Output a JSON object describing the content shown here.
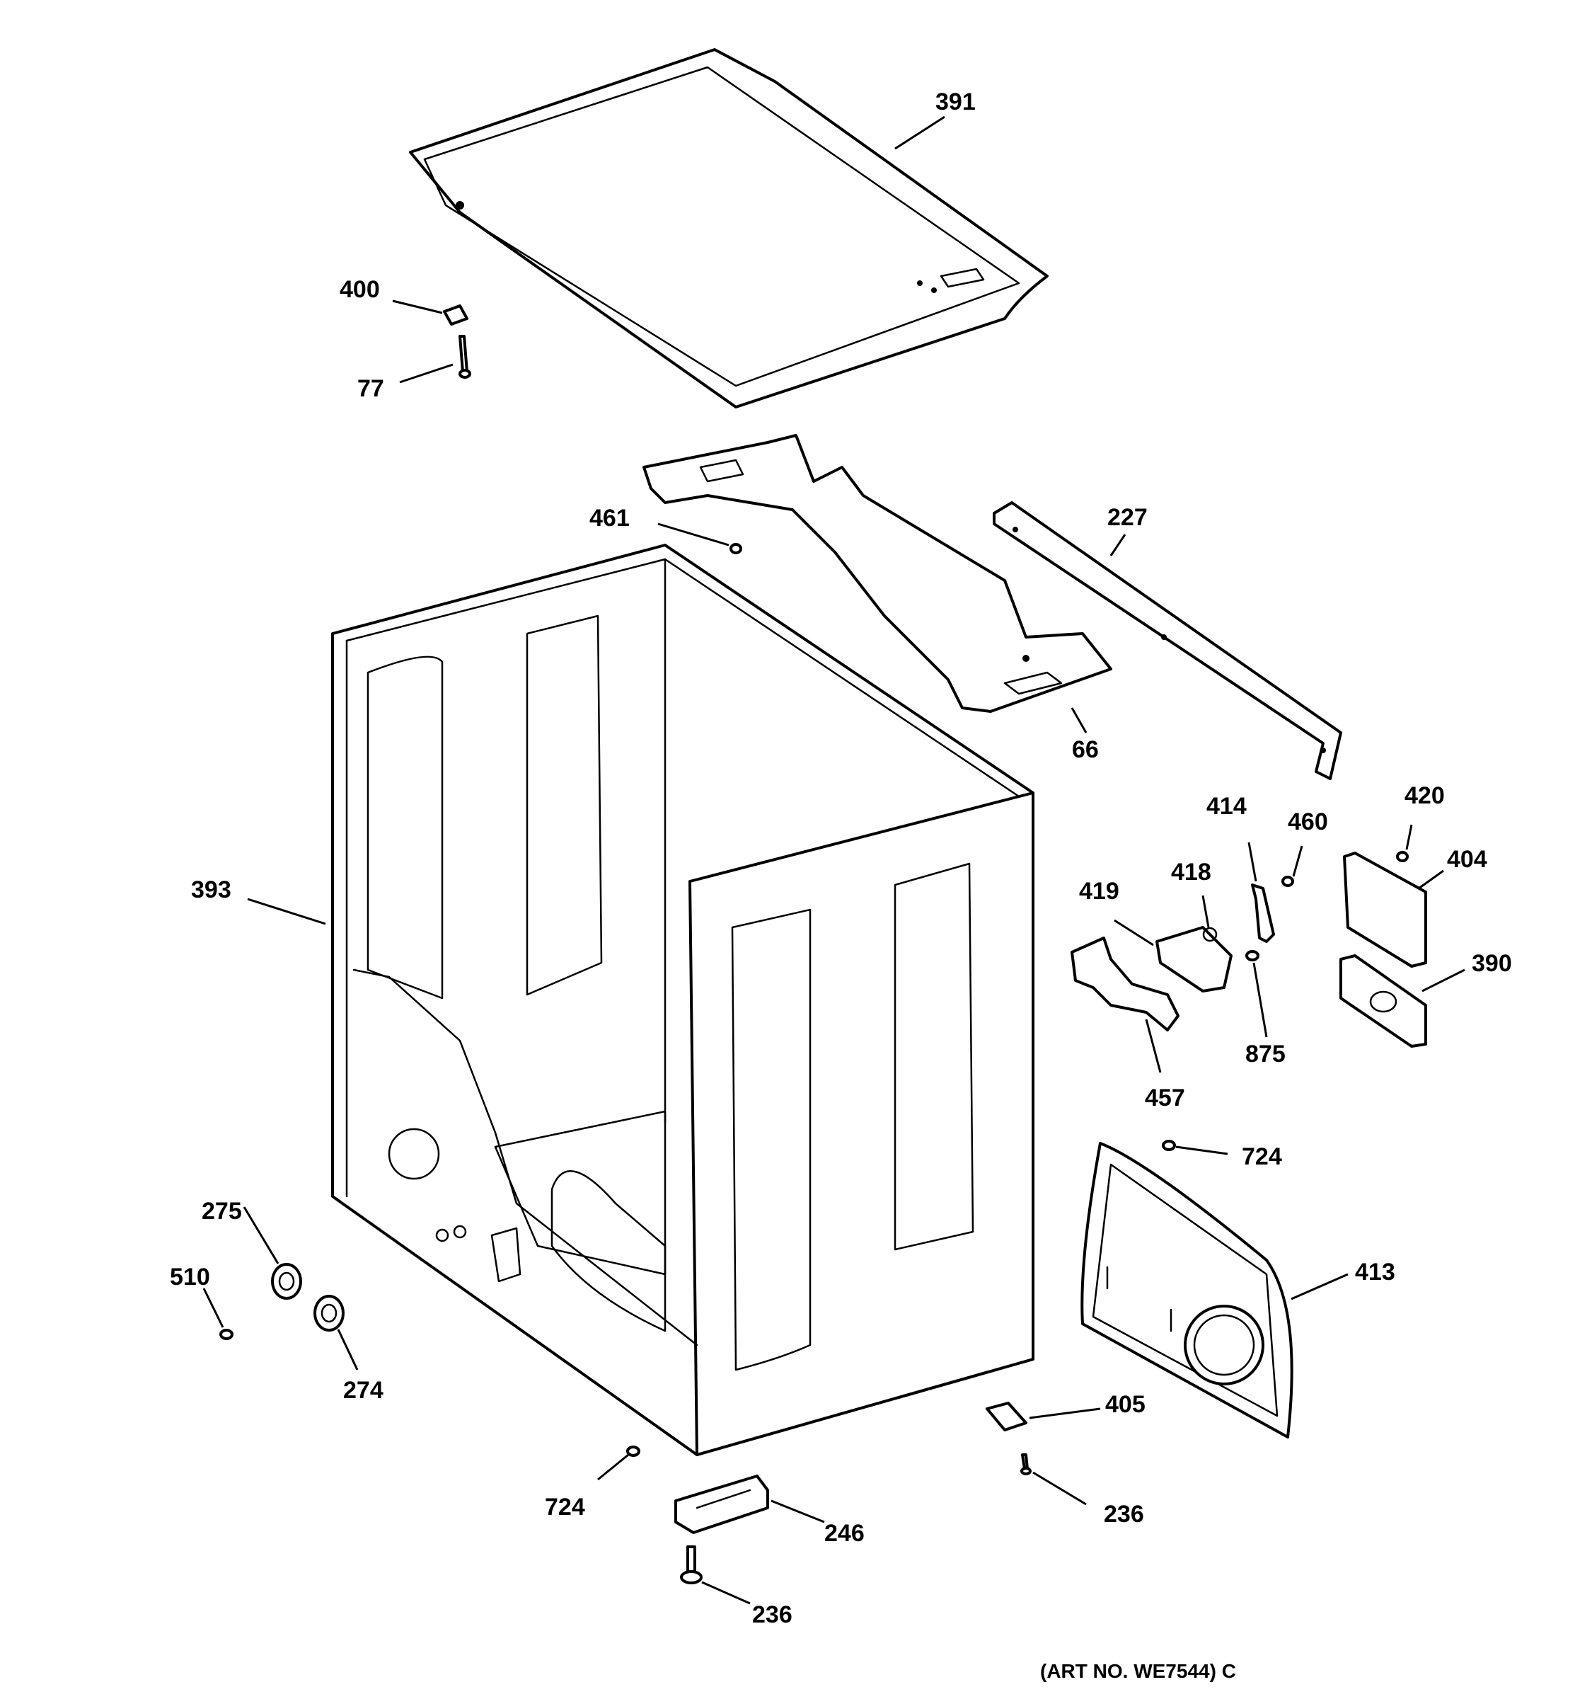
{
  "art_number": "(ART NO. WE7544) C",
  "callouts": [
    {
      "id": "391",
      "text": "391"
    },
    {
      "id": "400",
      "text": "400"
    },
    {
      "id": "77",
      "text": "77"
    },
    {
      "id": "461",
      "text": "461"
    },
    {
      "id": "227",
      "text": "227"
    },
    {
      "id": "66",
      "text": "66"
    },
    {
      "id": "393",
      "text": "393"
    },
    {
      "id": "414",
      "text": "414"
    },
    {
      "id": "460",
      "text": "460"
    },
    {
      "id": "420",
      "text": "420"
    },
    {
      "id": "404",
      "text": "404"
    },
    {
      "id": "419",
      "text": "419"
    },
    {
      "id": "418",
      "text": "418"
    },
    {
      "id": "390",
      "text": "390"
    },
    {
      "id": "875",
      "text": "875"
    },
    {
      "id": "457",
      "text": "457"
    },
    {
      "id": "724a",
      "text": "724"
    },
    {
      "id": "275",
      "text": "275"
    },
    {
      "id": "510",
      "text": "510"
    },
    {
      "id": "274",
      "text": "274"
    },
    {
      "id": "413",
      "text": "413"
    },
    {
      "id": "405",
      "text": "405"
    },
    {
      "id": "724b",
      "text": "724"
    },
    {
      "id": "236a",
      "text": "236"
    },
    {
      "id": "246",
      "text": "246"
    },
    {
      "id": "236b",
      "text": "236"
    }
  ]
}
